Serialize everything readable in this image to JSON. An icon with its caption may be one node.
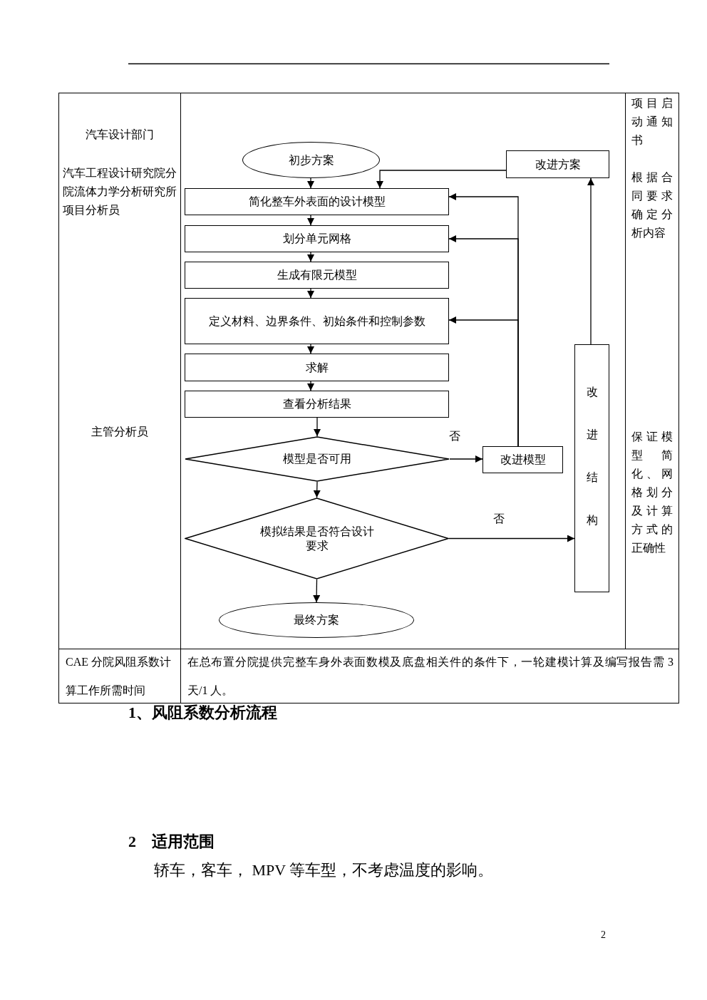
{
  "diagram": {
    "nodes": [
      {
        "text": [
          "初步方案"
        ]
      },
      {
        "text": [
          "简化整车外表面的设计模型"
        ]
      },
      {
        "text": [
          "划分单元网格"
        ]
      },
      {
        "text": [
          "生成有限元模型"
        ]
      },
      {
        "text": [
          "定义材料、边界条件、初始条件和控制参数"
        ]
      },
      {
        "text": [
          "求解"
        ]
      },
      {
        "text": [
          "查看分析结果"
        ]
      },
      {
        "text": [
          "模型是否可用"
        ]
      },
      {
        "text": [
          "模拟结果是否符合设计要求"
        ]
      },
      {
        "text": [
          "最终方案"
        ]
      },
      {
        "text": [
          "改进方案"
        ]
      },
      {
        "text": [
          "改进模型"
        ]
      },
      {
        "text": [
          "改进结构"
        ]
      }
    ],
    "edges": [
      {
        "from": 0,
        "to": 1,
        "arrow": "to"
      },
      {
        "from": 1,
        "to": 2,
        "arrow": "to"
      },
      {
        "from": 2,
        "to": 3,
        "arrow": "to"
      },
      {
        "from": 3,
        "to": 4,
        "arrow": "to"
      },
      {
        "from": 4,
        "to": 5,
        "arrow": "to"
      },
      {
        "from": 5,
        "to": 6,
        "arrow": "to"
      },
      {
        "from": 6,
        "to": 7,
        "arrow": "to"
      },
      {
        "from": 7,
        "to": 8,
        "arrow": "to"
      },
      {
        "from": 8,
        "to": 9,
        "arrow": "to"
      },
      {
        "from": 7,
        "to": 11,
        "arrow": "to",
        "label": "否"
      },
      {
        "from": 8,
        "to": 12,
        "arrow": "to",
        "label": "否"
      },
      {
        "from": 12,
        "to": 10,
        "arrow": "to"
      },
      {
        "from": 10,
        "to": 1,
        "arrow": "to"
      },
      {
        "from": 11,
        "to": 1,
        "arrow": "to"
      },
      {
        "from": 11,
        "to": 2,
        "arrow": "to"
      },
      {
        "from": 11,
        "to": 4,
        "arrow": "to"
      }
    ],
    "labels": [
      "汽车设计部门",
      "汽车工程设计研究院分院流体力学分析研究所项目分析员",
      "主管分析员",
      "项目启动通知书",
      "根据合同要求确定分析内容",
      "保证模型简化、网格划分及计算方式的正确性",
      "CAE 分院风阻系数计算工作所需时间",
      "在总布置分院提供完整车身外表面数模及底盘相关件的条件下，一轮建模计算及编写报告需 3 天/1 人。",
      "1、风阻系数分析流程",
      "2　适用范围",
      "轿车，客车， MPV 等车型，不考虑温度的影响。",
      "2"
    ]
  }
}
